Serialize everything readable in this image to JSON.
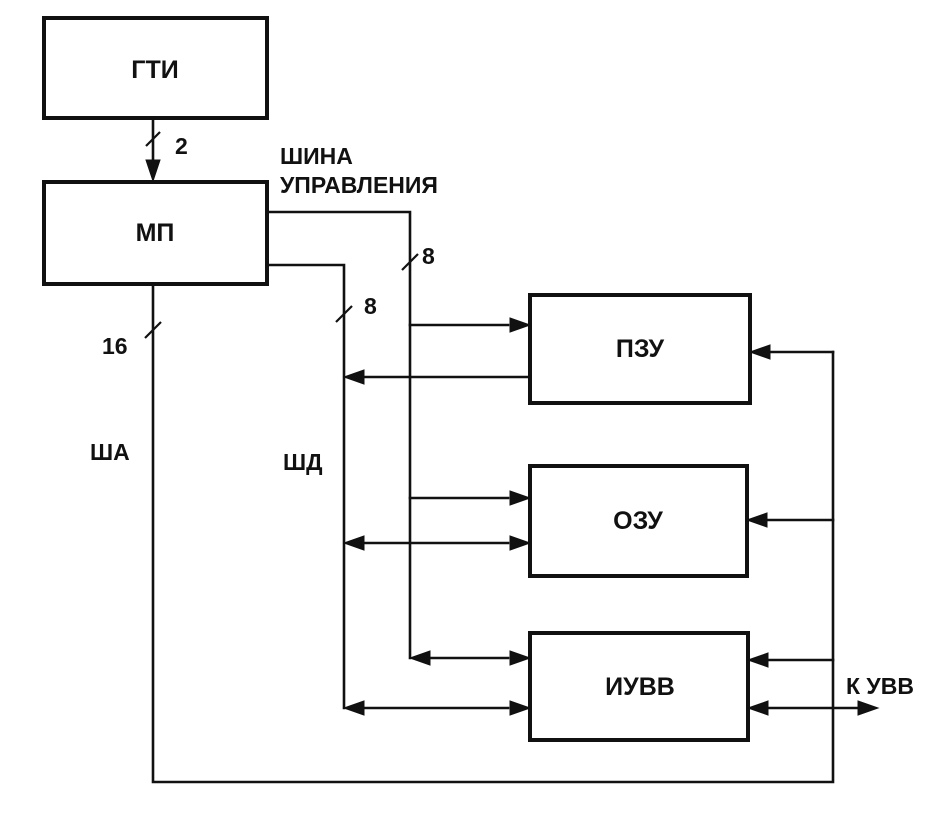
{
  "blocks": {
    "gti": "ГТИ",
    "mp": "МП",
    "pzu": "ПЗУ",
    "ozu": "ОЗУ",
    "iuvv": "ИУВВ"
  },
  "labels": {
    "clock_width": "2",
    "control_bus_line1": "ШИНА",
    "control_bus_line2": "УПРАВЛЕНИЯ",
    "control_bus_width": "8",
    "data_bus_width": "8",
    "address_bus_width": "16",
    "address_bus": "ША",
    "data_bus": "ШД",
    "to_io": "К УВВ"
  }
}
